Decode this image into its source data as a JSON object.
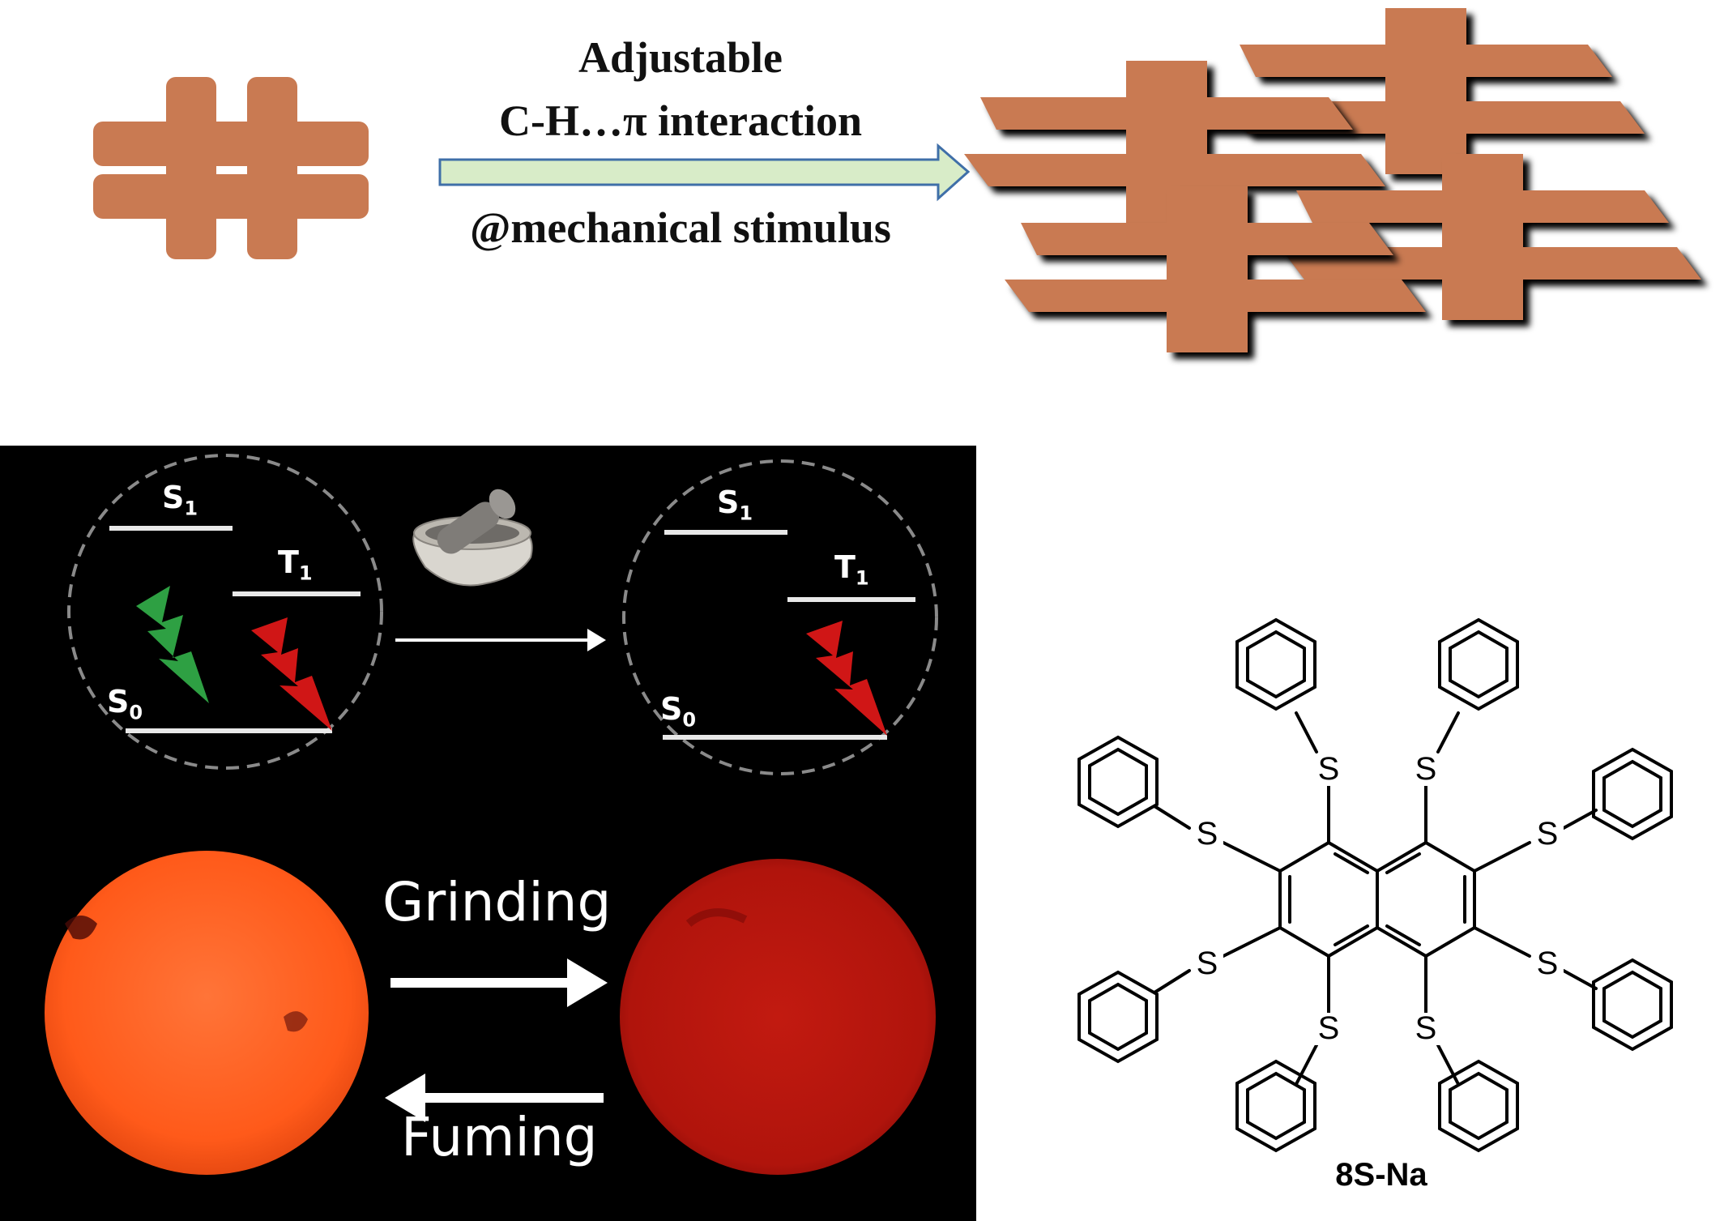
{
  "scheme": {
    "label_line1": "Adjustable",
    "label_line2": "C-H…π interaction",
    "label_line3": "@mechanical stimulus"
  },
  "energy_diagram": {
    "s1": "S",
    "s1_sub": "1",
    "t1": "T",
    "t1_sub": "1",
    "s0": "S",
    "s0_sub": "0"
  },
  "photos": {
    "forward_label": "Grinding",
    "reverse_label": "Fuming"
  },
  "molecule": {
    "sulfur": "S",
    "name": "8S-Na"
  },
  "colors": {
    "block": "#c97a52",
    "arrow_fill": "#d8ecc8",
    "arrow_stroke": "#3f6fa8",
    "green_bolt": "#2ea043",
    "red_bolt": "#d01616",
    "orange_disk": "#ff5a1a",
    "red_disk": "#b8170f"
  }
}
